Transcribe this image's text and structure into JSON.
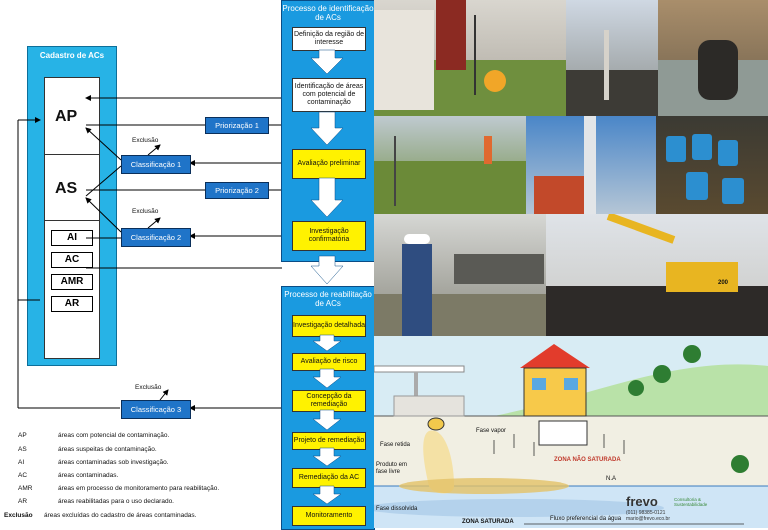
{
  "cadastro": {
    "title": "Cadastro de ACs",
    "items_big": [
      "AP",
      "AS"
    ],
    "items_small": [
      "AI",
      "AC",
      "AMR",
      "AR"
    ]
  },
  "left_boxes": {
    "priorizacao_1": "Priorização 1",
    "priorizacao_2": "Priorização 2",
    "classificacao_1": "Classificação 1",
    "classificacao_2": "Classificação 2",
    "classificacao_3": "Classificação 3",
    "exclusao": "Exclusão"
  },
  "process_identification": {
    "title": "Processo de identificação de ACs",
    "steps": [
      "Definição da região de interesse",
      "Identificação de áreas com potencial de contaminação",
      "Avaliação preliminar",
      "Investigação confirmatória"
    ]
  },
  "process_rehabilitation": {
    "title": "Processo de reabilitação de ACs",
    "steps": [
      "Investigação detalhada",
      "Avaliação de risco",
      "Concepção da remediação",
      "Projeto de remediação",
      "Remediação da AC",
      "Monitoramento"
    ]
  },
  "legend": [
    {
      "key": "AP",
      "text": "áreas com potencial de contaminação."
    },
    {
      "key": "AS",
      "text": "áreas suspeitas de contaminação."
    },
    {
      "key": "AI",
      "text": "áreas contaminadas sob investigação."
    },
    {
      "key": "AC",
      "text": "áreas contaminadas."
    },
    {
      "key": "AMR",
      "text": "áreas em processo de monitoramento para reabilitação."
    },
    {
      "key": "AR",
      "text": "áreas reabilitadas para o uso declarado."
    },
    {
      "key": "Exclusão",
      "text": "áreas excluídas do cadastro de áreas contaminadas."
    }
  ],
  "cross_section": {
    "fase_retida": "Fase retida",
    "fase_vapor": "Fase vapor",
    "produto_fase_livre": "Produto em fase livre",
    "zona_nao_saturada": "ZONA NÃO SATURADA",
    "na": "N.A",
    "fase_dissolvida": "Fase dissolvida",
    "zona_saturada": "ZONA SATURADA",
    "fluxo": "Fluxo preferencial da água",
    "brand": "frevo",
    "brand_sub": "Consultoria & Sustentabilidade",
    "contact_phone": "(011) 98385-0121",
    "contact_email": "mario@frevo.eco.br"
  },
  "photo_labels": {
    "excavator_number": "200"
  },
  "colors": {
    "cyan": "#27b3e6",
    "process_blue": "#1a9ae0",
    "step_yellow": "#fff200",
    "navy": "#1f74c8"
  }
}
